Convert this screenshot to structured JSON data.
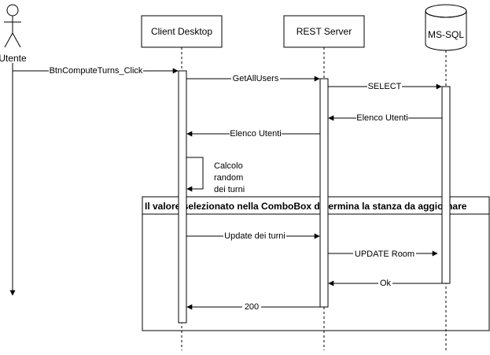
{
  "participants": {
    "actor": "Utente",
    "client": "Client Desktop",
    "server": "REST Server",
    "db": "MS-SQL"
  },
  "messages": {
    "btn_click": "BtnComputeTurns_Click",
    "get_all_users": "GetAllUsers",
    "select": "SELECT",
    "elenco_utenti_db": "Elenco Utenti",
    "elenco_utenti_server": "Elenco Utenti",
    "calcolo_line1": "Calcolo",
    "calcolo_line2": "random",
    "calcolo_line3": "dei turni",
    "update_turni": "Update dei turni",
    "update_room": "UPDATE Room",
    "ok": "Ok",
    "status_200": "200"
  },
  "frame": {
    "title": "Il valore selezionato nella ComboBox determina la stanza da aggiornare"
  }
}
